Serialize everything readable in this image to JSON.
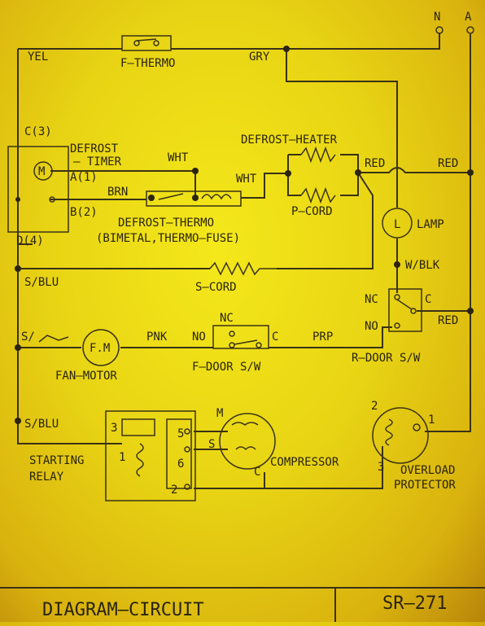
{
  "terminals": {
    "n": "N",
    "a": "A"
  },
  "wire_labels": {
    "yel": "YEL",
    "gry": "GRY",
    "wht1": "WHT",
    "wht2": "WHT",
    "brn": "BRN",
    "red1": "RED",
    "red2": "RED",
    "red3": "RED",
    "wblk": "W/BLK",
    "sblu1": "S/BLU",
    "sblu2": "S/BLU",
    "pnk": "PNK",
    "prp": "PRP",
    "s_fan": "S/"
  },
  "components": {
    "f_thermo": "F–THERMO",
    "defrost_timer_1": "DEFROST",
    "defrost_timer_2": "– TIMER",
    "timer_motor": "M",
    "pin_c3": "C(3)",
    "pin_a1": "A(1)",
    "pin_b2": "B(2)",
    "pin_d4": "D(4)",
    "defrost_heater": "DEFROST–HEATER",
    "p_cord": "P–CORD",
    "defrost_thermo_1": "DEFROST–THERMO",
    "defrost_thermo_2": "(BIMETAL,THERMO–FUSE)",
    "lamp": "LAMP",
    "s_cord": "S–CORD",
    "fan_motor": "FAN–MOTOR",
    "fan_symbol": "F.M",
    "f_door_sw": "F–DOOR  S/W",
    "f_door_nc": "NC",
    "f_door_no": "NO",
    "f_door_c": "C",
    "r_door_sw": "R–DOOR  S/W",
    "r_door_nc": "NC",
    "r_door_no": "NO",
    "r_door_c": "C",
    "starting_relay_1": "STARTING",
    "starting_relay_2": "RELAY",
    "relay_pin_3": "3",
    "relay_pin_1": "1",
    "relay_pin_5": "5",
    "relay_pin_6": "6",
    "relay_pin_2": "2",
    "relay_s": "S",
    "compressor": "COMPRESSOR",
    "comp_m": "M",
    "comp_c": "C",
    "overload_1": "OVERLOAD",
    "overload_2": "PROTECTOR",
    "ol_pin_2": "2",
    "ol_pin_1": "1",
    "ol_pin_3": "3"
  },
  "title_block": {
    "title": "DIAGRAM–CIRCUIT",
    "model": "SR–271"
  },
  "colors": {
    "paper": "#e8d414",
    "ink": "#3a3216"
  }
}
